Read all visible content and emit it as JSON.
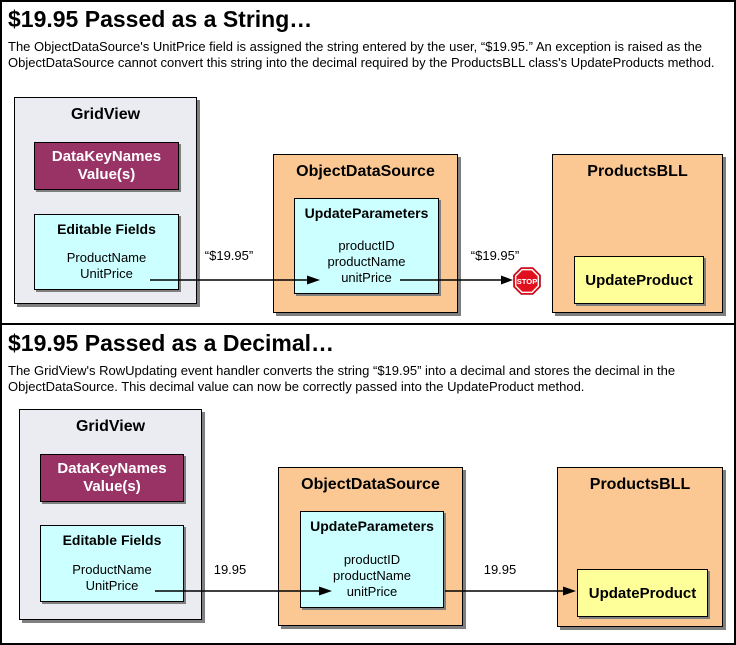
{
  "colors": {
    "page_background": "#FFFFFF",
    "outer_border": "#000000",
    "gridview_bg": "#EAECF2",
    "datakeynames_bg": "#993366",
    "datakeynames_text": "#FFFFFF",
    "cyan_panel_bg": "#CCFFFF",
    "tan_panel_bg": "#FBC893",
    "yellow_panel_bg": "#FFFF99",
    "stop_sign_red": "#E0101E",
    "shadow_gray": "#7F7F7F"
  },
  "sections": [
    {
      "title": "$19.95 Passed as a String…",
      "description": "The ObjectDataSource's UnitPrice field is assigned the string entered by the user, “$19.95.” An exception is raised as the ObjectDataSource cannot convert this string into the decimal required by the ProductsBLL class's UpdateProducts method.",
      "gridview": {
        "title": "GridView",
        "datakeynames": "DataKeyNames\nValue(s)",
        "editable_fields": {
          "title": "Editable Fields",
          "fields": [
            "ProductName",
            "UnitPrice"
          ]
        }
      },
      "objectdatasource": {
        "title": "ObjectDataSource",
        "update_parameters": {
          "title": "UpdateParameters",
          "params": [
            "productID",
            "productName",
            "unitPrice"
          ]
        }
      },
      "productsbll": {
        "title": "ProductsBLL",
        "method": "UpdateProduct"
      },
      "arrow1_label": "“$19.95”",
      "arrow2_label": "“$19.95”",
      "stop_label": "STOP"
    },
    {
      "title": "$19.95 Passed as a Decimal…",
      "description": "The GridView's RowUpdating event handler converts the string “$19.95” into a decimal and stores the decimal in the ObjectDataSource. This decimal value can now be correctly passed into the UpdateProduct method.",
      "gridview": {
        "title": "GridView",
        "datakeynames": "DataKeyNames\nValue(s)",
        "editable_fields": {
          "title": "Editable Fields",
          "fields": [
            "ProductName",
            "UnitPrice"
          ]
        }
      },
      "objectdatasource": {
        "title": "ObjectDataSource",
        "update_parameters": {
          "title": "UpdateParameters",
          "params": [
            "productID",
            "productName",
            "unitPrice"
          ]
        }
      },
      "productsbll": {
        "title": "ProductsBLL",
        "method": "UpdateProduct"
      },
      "arrow1_label": "19.95",
      "arrow2_label": "19.95"
    }
  ]
}
